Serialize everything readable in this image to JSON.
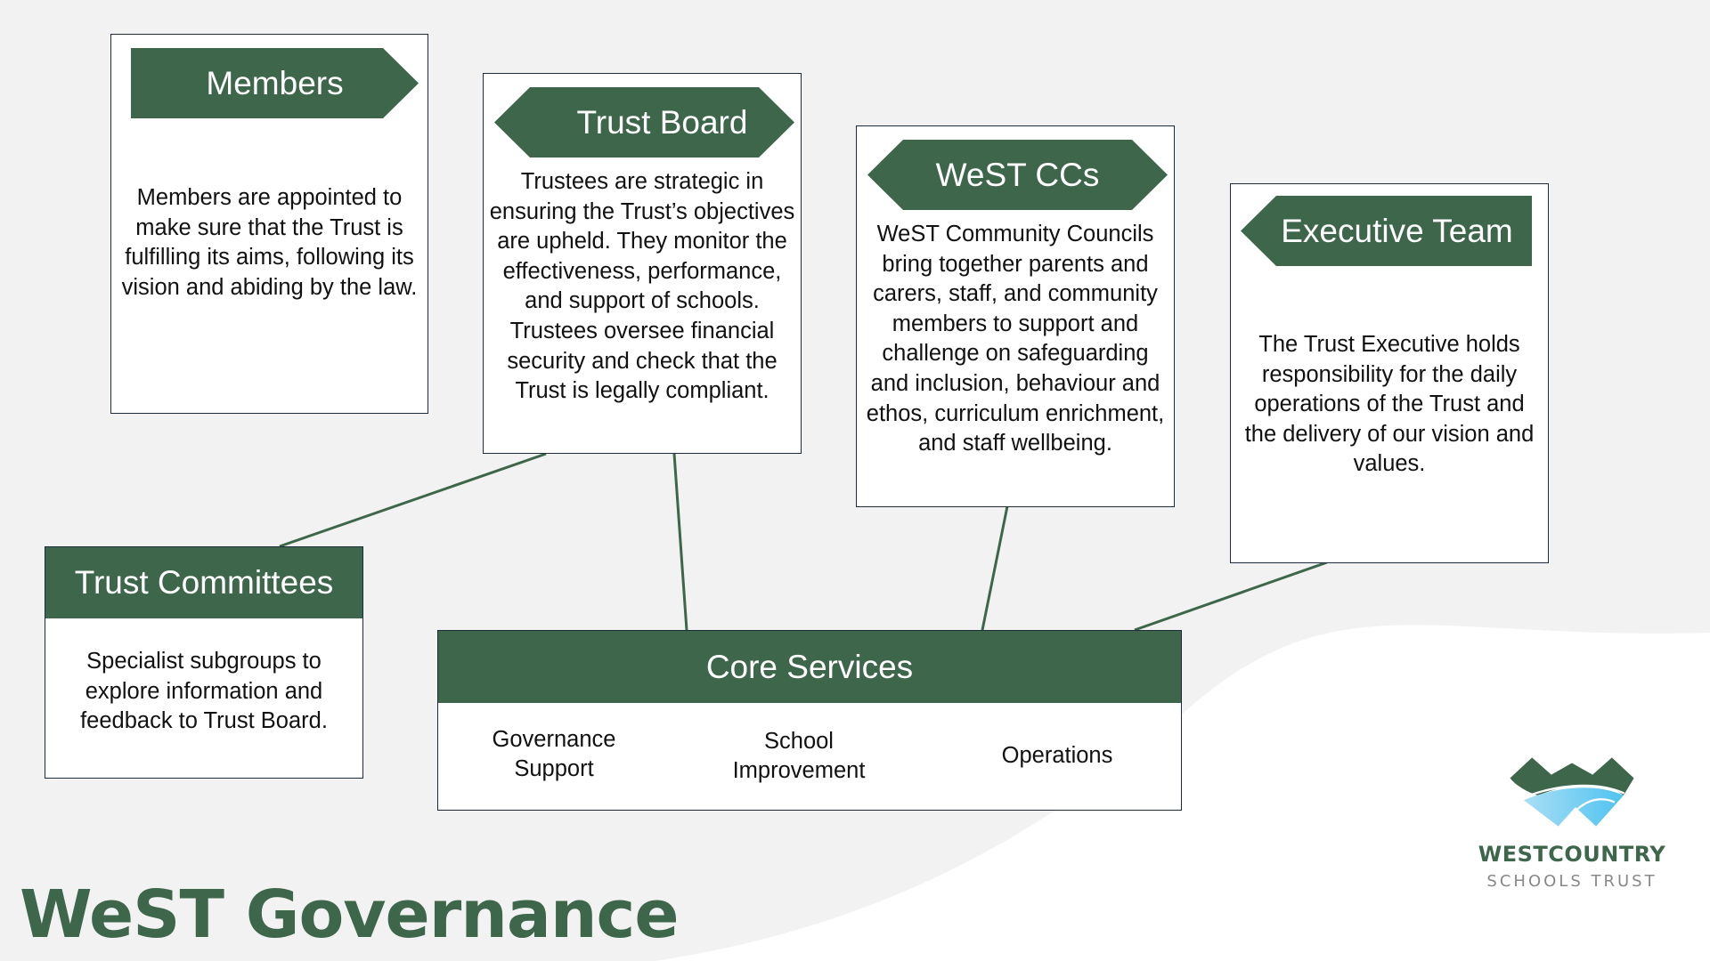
{
  "title": "WeST Governance",
  "colors": {
    "brand_green": "#3d664a",
    "background": "#f2f2f2",
    "card_border": "#1d2b3a",
    "logo_blue": "#5bc8f2"
  },
  "members": {
    "heading": "Members",
    "text": "Members are appointed to make sure that the Trust is fulfilling its aims, following its vision and abiding by the law."
  },
  "trust_board": {
    "heading": "Trust Board",
    "text": "Trustees are strategic in ensuring the Trust’s objectives are upheld. They monitor the effectiveness, performance, and support of schools. Trustees oversee financial security and check that the Trust is legally compliant."
  },
  "west_ccs": {
    "heading": "WeST CCs",
    "text": "WeST Community Councils bring together parents and carers, staff, and community members to support and challenge on safeguarding and inclusion, behaviour and ethos, curriculum enrichment, and staff wellbeing."
  },
  "executive_team": {
    "heading": "Executive Team",
    "text": "The Trust Executive holds responsibility for the daily operations of the Trust and the delivery of our vision and values."
  },
  "trust_committees": {
    "heading": "Trust Committees",
    "text": "Specialist subgroups to explore information and feedback to Trust Board."
  },
  "core_services": {
    "heading": "Core Services",
    "items": [
      "Governance Support",
      "School Improvement",
      "Operations"
    ]
  },
  "logo": {
    "line1": "WESTCOUNTRY",
    "line2": "SCHOOLS TRUST",
    "icon": "wave-mountains-logo-icon"
  }
}
